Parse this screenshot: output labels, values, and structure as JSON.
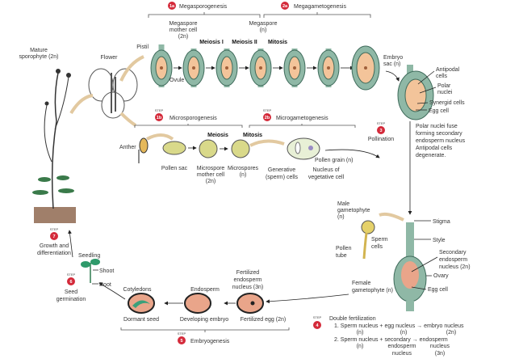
{
  "colors": {
    "step_badge": "#d42a3a",
    "ovule_tissue": "#8fb8a6",
    "embryo_sac": "#f3c49a",
    "pollen": "#d9d98a",
    "arrow_tan": "#e2c9a0",
    "soil": "#a07f6a"
  },
  "step_word": "STEP",
  "steps": {
    "s1a": {
      "num": "1a",
      "label": "Megasporogenesis"
    },
    "s2a": {
      "num": "2a",
      "label": "Megagametogenesis"
    },
    "s1b": {
      "num": "1b",
      "label": "Microsporogenesis"
    },
    "s2b": {
      "num": "2b",
      "label": "Microgametogenesis"
    },
    "s3": {
      "num": "3",
      "label": "Pollination"
    },
    "s4": {
      "num": "4",
      "label": "Double fertilization"
    },
    "s5": {
      "num": "5",
      "label": "Embryogenesis"
    },
    "s6": {
      "num": "6",
      "label": [
        "Seed",
        "germination"
      ]
    },
    "s7": {
      "num": "7",
      "label": [
        "Growth and",
        "differentiation"
      ]
    }
  },
  "labels": {
    "mature_sporophyte": [
      "Mature",
      "sporophyte (2n)"
    ],
    "flower": "Flower",
    "pistil": "Pistil",
    "ovule": "Ovule",
    "megaspore_mother_cell": [
      "Megaspore",
      "mother cell",
      "(2n)"
    ],
    "megaspore": [
      "Megaspore",
      "(n)"
    ],
    "meiosis_i": "Meiosis I",
    "meiosis_ii": "Meiosis II",
    "mitosis_top": "Mitosis",
    "embryo_sac": [
      "Embryo",
      "sac (n)"
    ],
    "antipodal_cells": [
      "Antipodal",
      "cells"
    ],
    "polar_nuclei": [
      "Polar",
      "nuclei"
    ],
    "synergid_cells": "Synergid cells",
    "egg_cell_top": "Egg cell",
    "polar_fuse_note": [
      "Polar nuclei fuse",
      "forming secondary",
      "endosperm nucleus",
      "Antipodal cells",
      "degenerate."
    ],
    "meiosis": "Meiosis",
    "mitosis_mid": "Mitosis",
    "anther": "Anther",
    "pollen_sac": "Pollen sac",
    "microspore_mother_cell": [
      "Microspore",
      "mother cell",
      "(2n)"
    ],
    "microspores": [
      "Microspores",
      "(n)"
    ],
    "generative_cells": [
      "Generative",
      "(sperm) cells"
    ],
    "vegetative_nucleus": [
      "Nucleus of",
      "vegetative cell"
    ],
    "pollen_grain": "Pollen grain (n)",
    "male_gametophyte": [
      "Male",
      "gametophyte",
      "(n)"
    ],
    "sperm_cells": [
      "Sperm",
      "cells"
    ],
    "pollen_tube": [
      "Pollen",
      "tube"
    ],
    "stigma": "Stigma",
    "style": "Style",
    "secondary_endosperm_nucleus": [
      "Secondary",
      "endosperm",
      "nucleus (2n)"
    ],
    "ovary": "Ovary",
    "egg_cell_bottom": "Egg cell",
    "female_gametophyte": [
      "Female",
      "gametophyte (n)"
    ],
    "fertilized_endosperm_nucleus": [
      "Fertilized",
      "endosperm",
      "nucleus (3n)"
    ],
    "endosperm": "Endosperm",
    "cotyledons": "Cotyledons",
    "dormant_seed": "Dormant seed",
    "developing_embryo": "Developing embryo",
    "fertilized_egg": "Fertilized egg (2n)",
    "seedling": "Seedling",
    "shoot": "Shoot",
    "root": "Root"
  },
  "double_fertilization": {
    "line1": "1. Sperm nucleus + egg nucleus → embryo nucleus",
    "line1_ploidy": [
      "(n)",
      "(n)",
      "(2n)"
    ],
    "line2": "2. Sperm nucleus + secondary → endosperm",
    "line2_sub": [
      "(n)",
      "endosperm",
      "nucleus"
    ],
    "line2_sub2": [
      "nucleus",
      "(3n)"
    ]
  }
}
